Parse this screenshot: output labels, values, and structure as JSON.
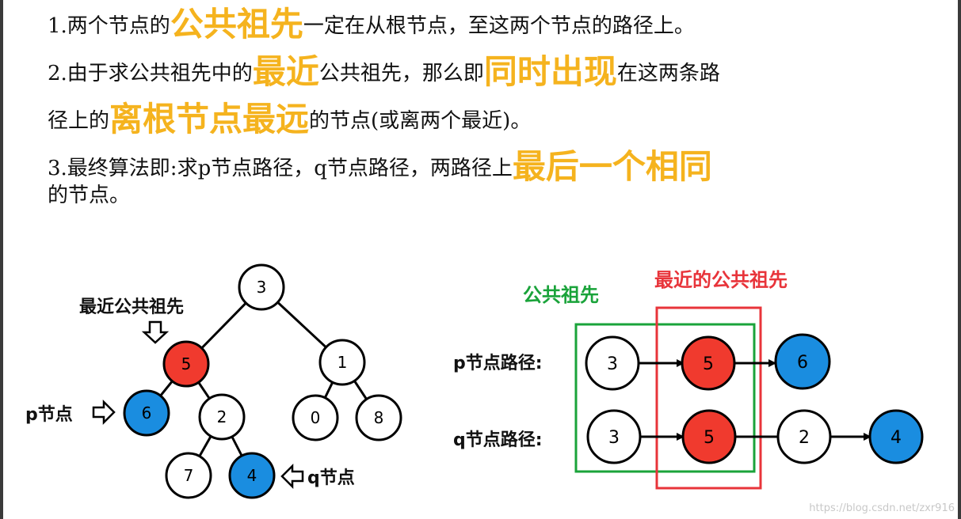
{
  "text": {
    "p1": {
      "a": "1.两个节点的",
      "hl": "公共祖先",
      "b": "一定在从根节点，至这两个节点的路径上。"
    },
    "p2": {
      "a": "2.由于求公共祖先中的",
      "hl1": "最近",
      "b": "公共祖先，那么即",
      "hl2": "同时出现",
      "c": "在这两条路"
    },
    "p2b": {
      "a": "径上的",
      "hl": "离根节点最远",
      "b": "的节点(或离两个最近)。"
    },
    "p3": {
      "a": "3.最终算法即:求p节点路径，q节点路径，两路径上",
      "hl": "最后一个相同"
    },
    "p3b": {
      "a": "的节点。"
    }
  },
  "tree": {
    "nodes": [
      {
        "id": "3",
        "label": "3",
        "color": "white"
      },
      {
        "id": "5",
        "label": "5",
        "color": "red"
      },
      {
        "id": "1",
        "label": "1",
        "color": "white"
      },
      {
        "id": "6",
        "label": "6",
        "color": "blue"
      },
      {
        "id": "2",
        "label": "2",
        "color": "white"
      },
      {
        "id": "0",
        "label": "0",
        "color": "white"
      },
      {
        "id": "8",
        "label": "8",
        "color": "white"
      },
      {
        "id": "7",
        "label": "7",
        "color": "white"
      },
      {
        "id": "4",
        "label": "4",
        "color": "blue"
      }
    ],
    "edges": [
      [
        "3",
        "5"
      ],
      [
        "3",
        "1"
      ],
      [
        "5",
        "6"
      ],
      [
        "5",
        "2"
      ],
      [
        "1",
        "0"
      ],
      [
        "1",
        "8"
      ],
      [
        "2",
        "7"
      ],
      [
        "2",
        "4"
      ]
    ],
    "labels": {
      "lca": "最近公共祖先",
      "p": "p节点",
      "q": "q节点"
    }
  },
  "paths": {
    "common_label": "公共祖先",
    "nearest_label": "最近的公共祖先",
    "p_label": "p节点路径:",
    "q_label": "q节点路径:",
    "p_path": [
      {
        "label": "3",
        "color": "white"
      },
      {
        "label": "5",
        "color": "red"
      },
      {
        "label": "6",
        "color": "blue"
      }
    ],
    "q_path": [
      {
        "label": "3",
        "color": "white"
      },
      {
        "label": "5",
        "color": "red"
      },
      {
        "label": "2",
        "color": "white"
      },
      {
        "label": "4",
        "color": "blue"
      }
    ]
  },
  "colors": {
    "highlight": "#f5b31e",
    "red_node": "#f03a2e",
    "blue_node": "#1a8de0",
    "green_box": "#1aa33a",
    "red_box": "#e8343a"
  },
  "watermark": "https://blog.csdn.net/zxr916"
}
